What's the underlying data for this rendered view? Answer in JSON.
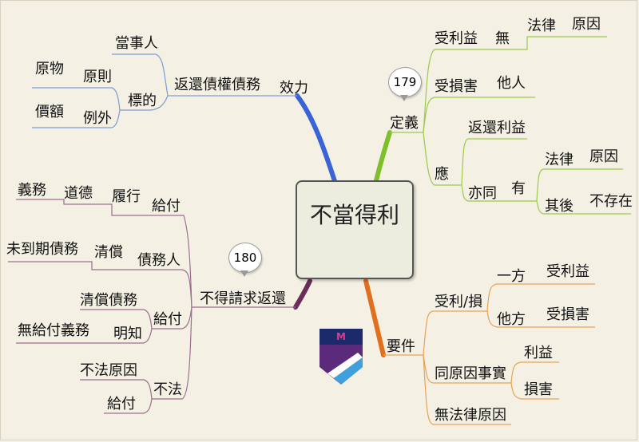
{
  "center": {
    "title": "不當得利"
  },
  "badges": {
    "b179": "179",
    "b180": "180"
  },
  "effect": {
    "label": "效力",
    "sub": "返還債權債務",
    "party": "當事人",
    "object": "標的",
    "principle": "原則",
    "principle_item": "原物",
    "exception": "例外",
    "exception_item": "價額"
  },
  "definition": {
    "label": "定義",
    "benefit": "受利益",
    "none": "無",
    "law": "法律",
    "cause": "原因",
    "damage": "受損害",
    "other": "他人",
    "should": "應",
    "return_benefit": "返還利益",
    "also": "亦同",
    "have": "有",
    "law2": "法律",
    "cause2": "原因",
    "after": "其後",
    "no_exist": "不存在"
  },
  "norefund": {
    "label": "不得請求返還",
    "payment": "給付",
    "perform": "履行",
    "moral": "道德",
    "duty": "義務",
    "debtor": "債務人",
    "repay": "清償",
    "undue_debt": "未到期債務",
    "payment2": "給付",
    "repay_debt": "清償債務",
    "know": "明知",
    "no_duty": "無給付義務",
    "illegal": "不法",
    "illegal_cause": "不法原因",
    "payment3": "給付"
  },
  "elements": {
    "label": "要件",
    "benefit_loss": "受利/損",
    "one_side": "一方",
    "receive_benefit": "受利益",
    "other_side": "他方",
    "receive_damage": "受損害",
    "same_cause": "同原因事實",
    "profit": "利益",
    "loss": "損害",
    "no_legal_cause": "無法律原因"
  },
  "colors": {
    "effect_branch": "#3a63d6",
    "definition_branch": "#7fc02a",
    "norefund_branch": "#6b2d5c",
    "elements_branch": "#e0701e",
    "effect_lines": "#7d9bd6",
    "definition_lines": "#9cc94a",
    "norefund_lines": "#9b6f8f",
    "elements_lines": "#e6a255"
  }
}
